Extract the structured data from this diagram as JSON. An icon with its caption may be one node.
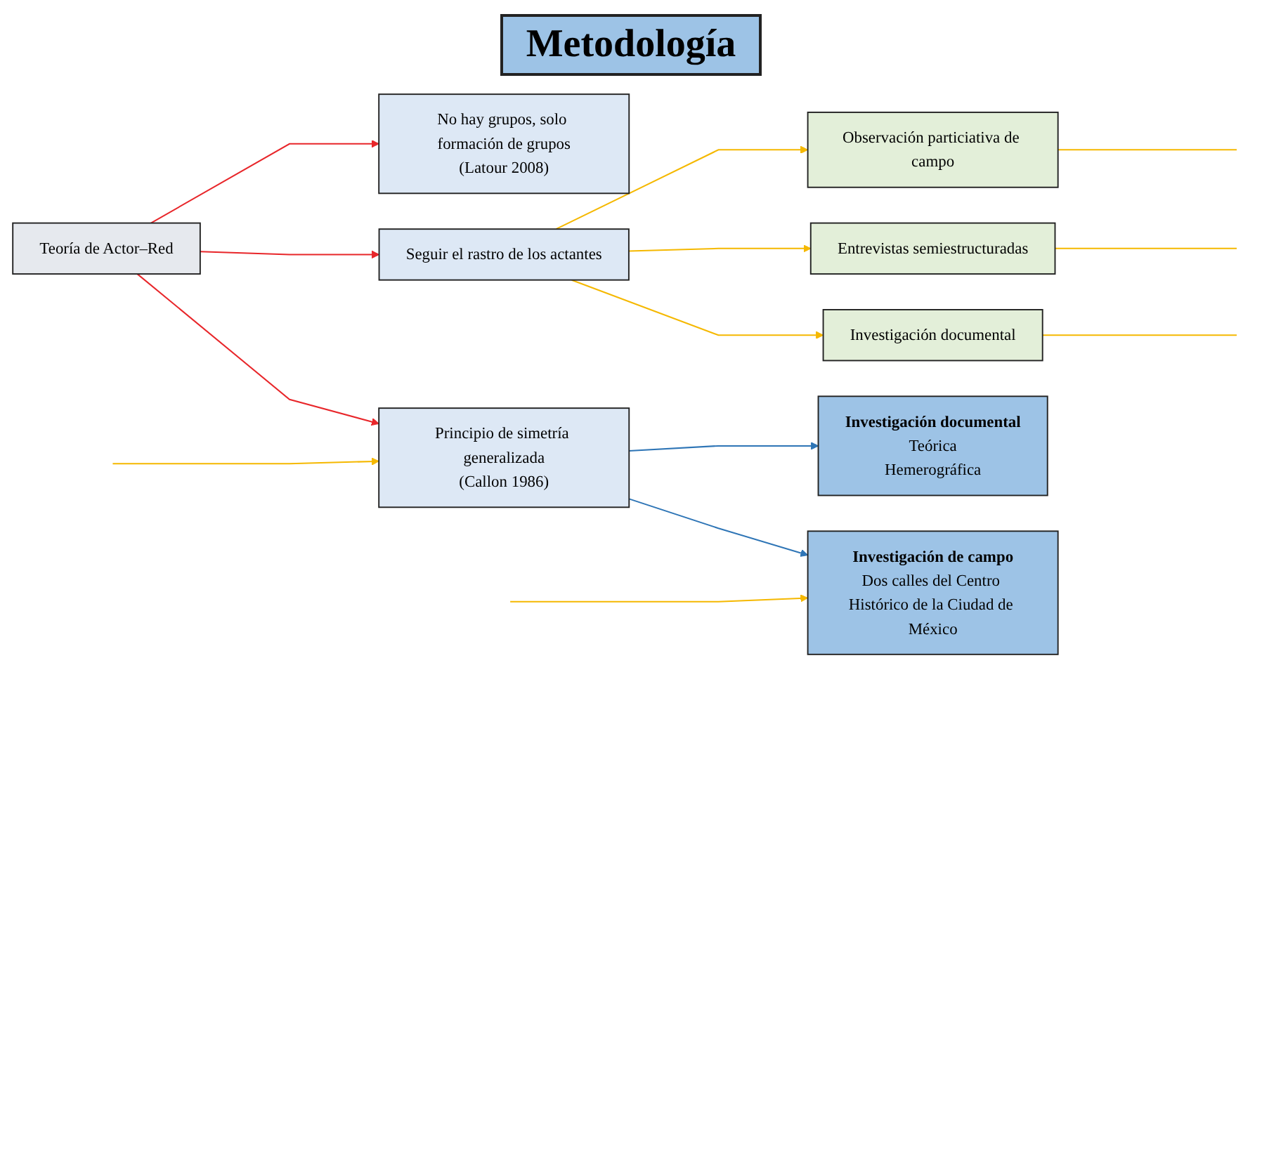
{
  "diagram": {
    "title": "Metodología",
    "nodes": [
      {
        "text": [
          "Teoría de Actor–Red"
        ]
      },
      {
        "text": [
          "No hay grupos, solo formación de grupos",
          "(Latour 2008)"
        ]
      },
      {
        "text": [
          "Seguir el rastro de los actantes"
        ]
      },
      {
        "text": [
          "Principio de simetría generalizada",
          "(Callon 1986)"
        ]
      },
      {
        "text": [
          "Observación particiativa de campo"
        ]
      },
      {
        "text": [
          "Entrevistas semiestructuradas"
        ]
      },
      {
        "text": [
          "Investigación documental"
        ]
      },
      {
        "text": [
          "Investigación documental",
          "Teórica",
          "Hemerográfica"
        ]
      },
      {
        "text": [
          "Investigación de campo",
          "Dos calles del Centro Histórico de la Ciudad de México"
        ]
      }
    ],
    "edges": [
      {
        "from": 0,
        "to": 1,
        "arrow": "to",
        "color": "#e8262a"
      },
      {
        "from": 0,
        "to": 2,
        "arrow": "to",
        "color": "#e8262a"
      },
      {
        "from": 0,
        "to": 3,
        "arrow": "to",
        "color": "#e8262a"
      },
      {
        "from": 2,
        "to": 4,
        "arrow": "to",
        "color": "#f5b800"
      },
      {
        "from": 2,
        "to": 5,
        "arrow": "to",
        "color": "#f5b800"
      },
      {
        "from": 2,
        "to": 6,
        "arrow": "to",
        "color": "#f5b800"
      },
      {
        "from": 4,
        "to": null,
        "arrow": "none",
        "color": "#f5b800"
      },
      {
        "from": 5,
        "to": null,
        "arrow": "none",
        "color": "#f5b800"
      },
      {
        "from": 6,
        "to": null,
        "arrow": "none",
        "color": "#f5b800"
      },
      {
        "from": null,
        "to": 3,
        "arrow": "to",
        "color": "#f5b800"
      },
      {
        "from": 3,
        "to": 7,
        "arrow": "to",
        "color": "#2e75b6"
      },
      {
        "from": 3,
        "to": 8,
        "arrow": "to",
        "color": "#2e75b6"
      },
      {
        "from": null,
        "to": 8,
        "arrow": "to",
        "color": "#f5b800"
      }
    ]
  }
}
